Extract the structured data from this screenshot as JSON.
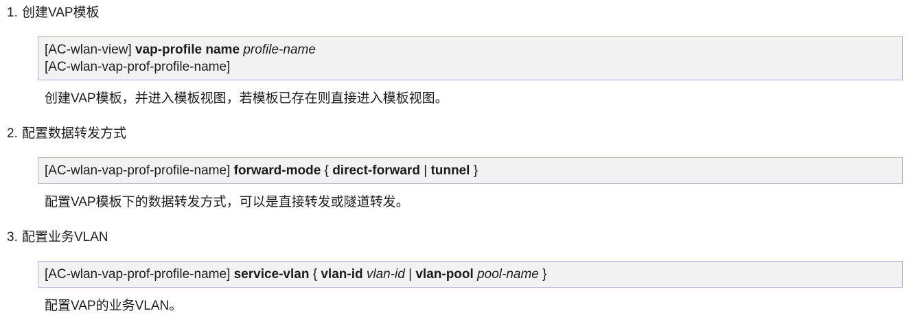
{
  "colors": {
    "code_bg": "#f2f2f2",
    "code_border": "#b1b1db",
    "text_color": "#1c1c1c",
    "page_bg": "#ffffff"
  },
  "steps": [
    {
      "number": "1.",
      "title": "创建VAP模板",
      "code_lines": [
        [
          {
            "text": "[AC-wlan-view] ",
            "style": "plain"
          },
          {
            "text": "vap-profile name",
            "style": "bold"
          },
          {
            "text": " ",
            "style": "plain"
          },
          {
            "text": "profile-name",
            "style": "italic"
          }
        ],
        [
          {
            "text": "[AC-wlan-vap-prof-profile-name]",
            "style": "plain"
          }
        ]
      ],
      "description": "创建VAP模板，并进入模板视图，若模板已存在则直接进入模板视图。"
    },
    {
      "number": "2.",
      "title": "配置数据转发方式",
      "code_lines": [
        [
          {
            "text": "[AC-wlan-vap-prof-profile-name] ",
            "style": "plain"
          },
          {
            "text": "forward-mode",
            "style": "bold"
          },
          {
            "text": " { ",
            "style": "plain"
          },
          {
            "text": "direct-forward",
            "style": "bold"
          },
          {
            "text": " | ",
            "style": "plain"
          },
          {
            "text": "tunnel",
            "style": "bold"
          },
          {
            "text": " }",
            "style": "plain"
          }
        ]
      ],
      "description": "配置VAP模板下的数据转发方式，可以是直接转发或隧道转发。"
    },
    {
      "number": "3.",
      "title": "配置业务VLAN",
      "code_lines": [
        [
          {
            "text": "[AC-wlan-vap-prof-profile-name] ",
            "style": "plain"
          },
          {
            "text": "service-vlan",
            "style": "bold"
          },
          {
            "text": " { ",
            "style": "plain"
          },
          {
            "text": "vlan-id",
            "style": "bold"
          },
          {
            "text": " ",
            "style": "plain"
          },
          {
            "text": "vlan-id",
            "style": "italic"
          },
          {
            "text": " | ",
            "style": "plain"
          },
          {
            "text": "vlan-pool",
            "style": "bold"
          },
          {
            "text": " ",
            "style": "plain"
          },
          {
            "text": "pool-name",
            "style": "italic"
          },
          {
            "text": " }",
            "style": "plain"
          }
        ]
      ],
      "description": "配置VAP的业务VLAN。"
    }
  ]
}
